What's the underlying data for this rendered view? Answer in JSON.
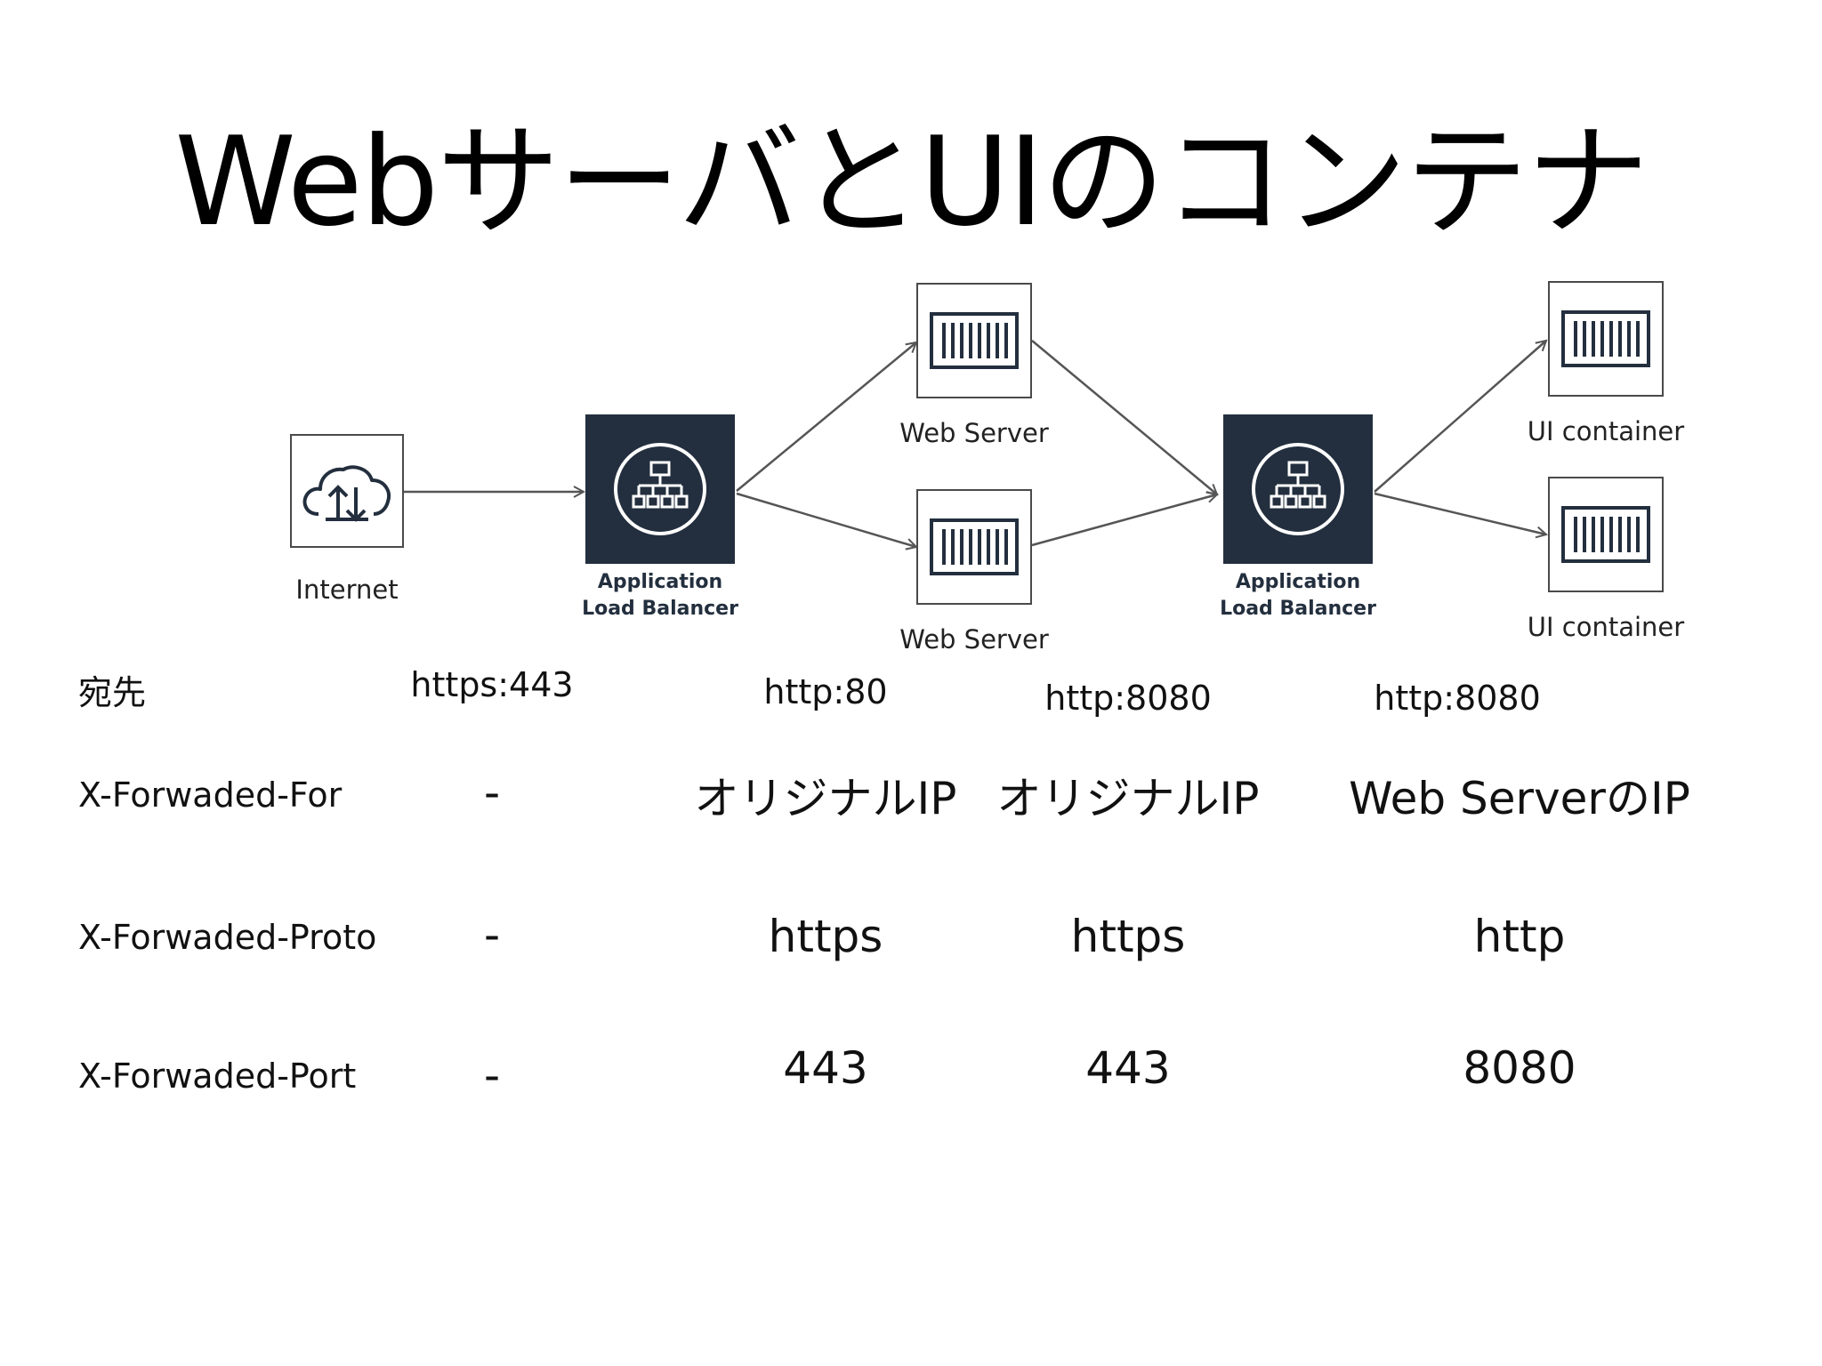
{
  "title": "WebサーバとUIのコンテナ",
  "diagram": {
    "nodes": [
      {
        "id": "internet",
        "label": "Internet",
        "icon": "cloud-upload-download-icon"
      },
      {
        "id": "alb1",
        "label_line1": "Application",
        "label_line2": "Load Balancer",
        "icon": "load-balancer-icon"
      },
      {
        "id": "web1",
        "label": "Web Server",
        "icon": "container-icon"
      },
      {
        "id": "web2",
        "label": "Web Server",
        "icon": "container-icon"
      },
      {
        "id": "alb2",
        "label_line1": "Application",
        "label_line2": "Load Balancer",
        "icon": "load-balancer-icon"
      },
      {
        "id": "ui1",
        "label": "UI container",
        "icon": "container-icon"
      },
      {
        "id": "ui2",
        "label": "UI container",
        "icon": "container-icon"
      }
    ],
    "edges": [
      [
        "internet",
        "alb1"
      ],
      [
        "alb1",
        "web1"
      ],
      [
        "alb1",
        "web2"
      ],
      [
        "web1",
        "alb2"
      ],
      [
        "web2",
        "alb2"
      ],
      [
        "alb2",
        "ui1"
      ],
      [
        "alb2",
        "ui2"
      ]
    ],
    "colors": {
      "alb_fill": "#232f3e",
      "edge": "#555555",
      "box_border": "#4a4a4a"
    }
  },
  "table": {
    "rows": [
      {
        "label": "宛先",
        "values": [
          "https:443",
          "http:80",
          "http:8080",
          "http:8080"
        ]
      },
      {
        "label": "X-Forwaded-For",
        "values": [
          "-",
          "オリジナルIP",
          "オリジナルIP",
          "Web ServerのIP"
        ]
      },
      {
        "label": "X-Forwaded-Proto",
        "values": [
          "-",
          "https",
          "https",
          "http"
        ]
      },
      {
        "label": "X-Forwaded-Port",
        "values": [
          "-",
          "443",
          "443",
          "8080"
        ]
      }
    ]
  }
}
